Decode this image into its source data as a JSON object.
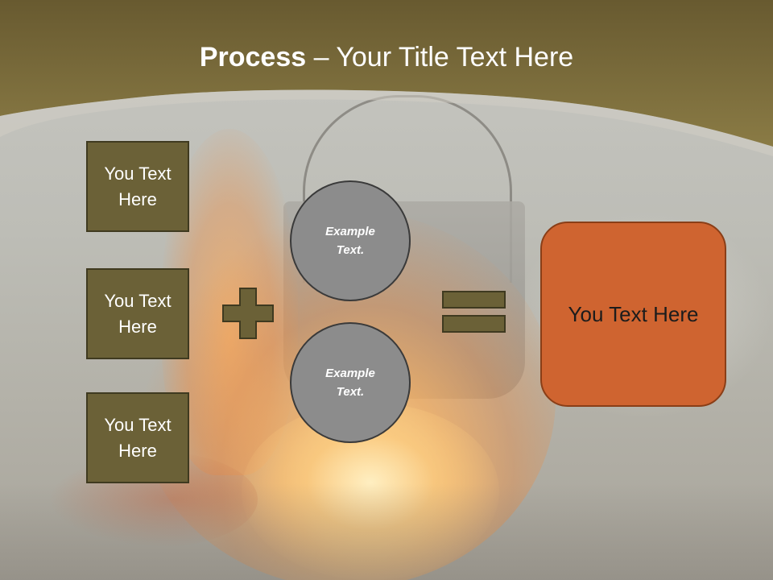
{
  "slide": {
    "title_bold": "Process",
    "title_rest": " – Your Title Text Here",
    "left_boxes": [
      {
        "label": "You Text Here"
      },
      {
        "label": "You Text Here"
      },
      {
        "label": "You Text Here"
      }
    ],
    "circles": [
      {
        "label": "Example Text."
      },
      {
        "label": "Example Text."
      }
    ],
    "result_box": {
      "label": "You Text Here"
    },
    "operators": {
      "plus": "plus-icon",
      "equals": "equals-icon"
    },
    "colors": {
      "header": "#7d6f3a",
      "left_box": "#6b6137",
      "circle": "#8c8c8c",
      "result_box": "#cf6430",
      "operator": "#6b6137"
    }
  }
}
